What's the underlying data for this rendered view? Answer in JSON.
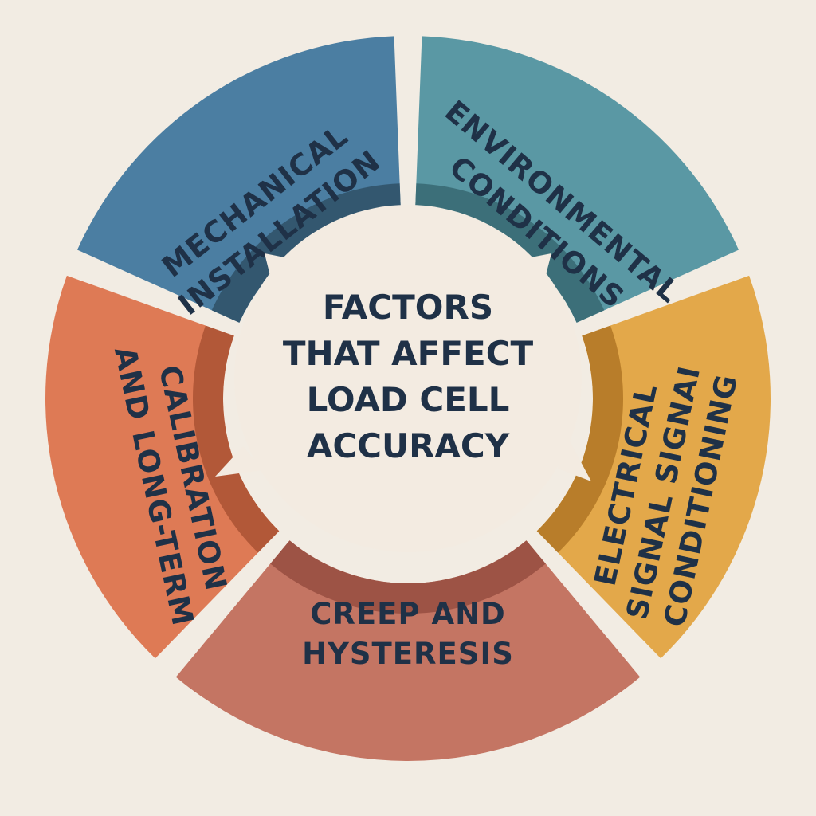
{
  "center": {
    "lines": [
      "FACTORS",
      "THAT AFFECT",
      "LOAD CELL",
      "ACCURACY"
    ]
  },
  "segments": [
    {
      "id": "mechanical-installation",
      "lines": [
        "MECHANICAL",
        "INSTALLATION"
      ],
      "color": "#4b7ea2",
      "shade": "#33576f"
    },
    {
      "id": "environmental-conditions",
      "lines": [
        "ENVIRONMENTAL",
        "CONDITIONS"
      ],
      "color": "#5a98a4",
      "shade": "#3c6f79"
    },
    {
      "id": "electrical-signal-conditioning",
      "lines": [
        "ELECTRICAL",
        "SIGNAL SIGNAI",
        "CONDITIONING"
      ],
      "color": "#e3a84a",
      "shade": "#b87d2a"
    },
    {
      "id": "creep-and-hysteresis",
      "lines": [
        "CREEP AND",
        "HYSTERESIS"
      ],
      "color": "#c47563",
      "shade": "#9d5345"
    },
    {
      "id": "calibration-and-long-term",
      "lines": [
        "CALIBRATION",
        "AND LONG-TERM"
      ],
      "color": "#de7a55",
      "shade": "#b25838"
    }
  ],
  "colors": {
    "background": "#f2ece3",
    "center_fill": "#f3ebe1",
    "text": "#1f3147"
  }
}
